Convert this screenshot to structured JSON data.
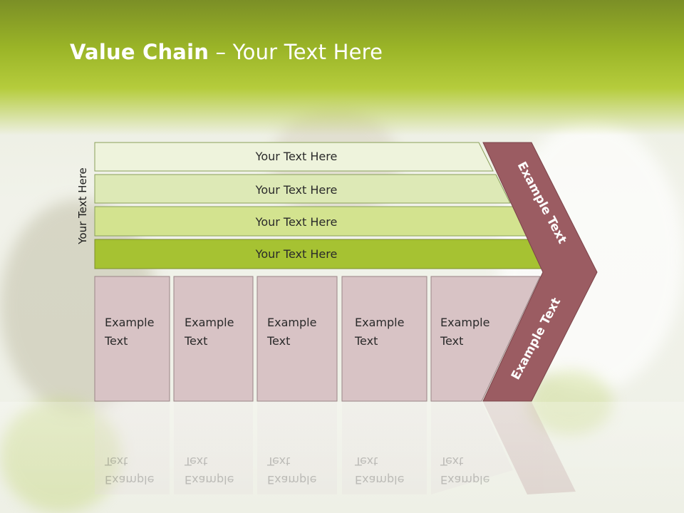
{
  "title": {
    "bold": "Value Chain",
    "rest": " – Your Text Here"
  },
  "side_label": "Your Text Here",
  "rows": [
    {
      "label": "Your Text Here"
    },
    {
      "label": "Your Text Here"
    },
    {
      "label": "Your Text Here"
    },
    {
      "label": "Your Text Here"
    }
  ],
  "boxes": [
    {
      "line1": "Example",
      "line2": "Text"
    },
    {
      "line1": "Example",
      "line2": "Text"
    },
    {
      "line1": "Example",
      "line2": "Text"
    },
    {
      "line1": "Example",
      "line2": "Text"
    },
    {
      "line1": "Example",
      "line2": "Text"
    }
  ],
  "arrow_top_label": "Example Text",
  "arrow_bottom_label": "Example Text",
  "colors": {
    "header": "#9ab427",
    "row1": "#eef3dc",
    "row2": "#dde9b6",
    "row3": "#d3e38f",
    "row4": "#a6c232",
    "box": "#d8c3c5",
    "arrow": "#9b5c62"
  }
}
